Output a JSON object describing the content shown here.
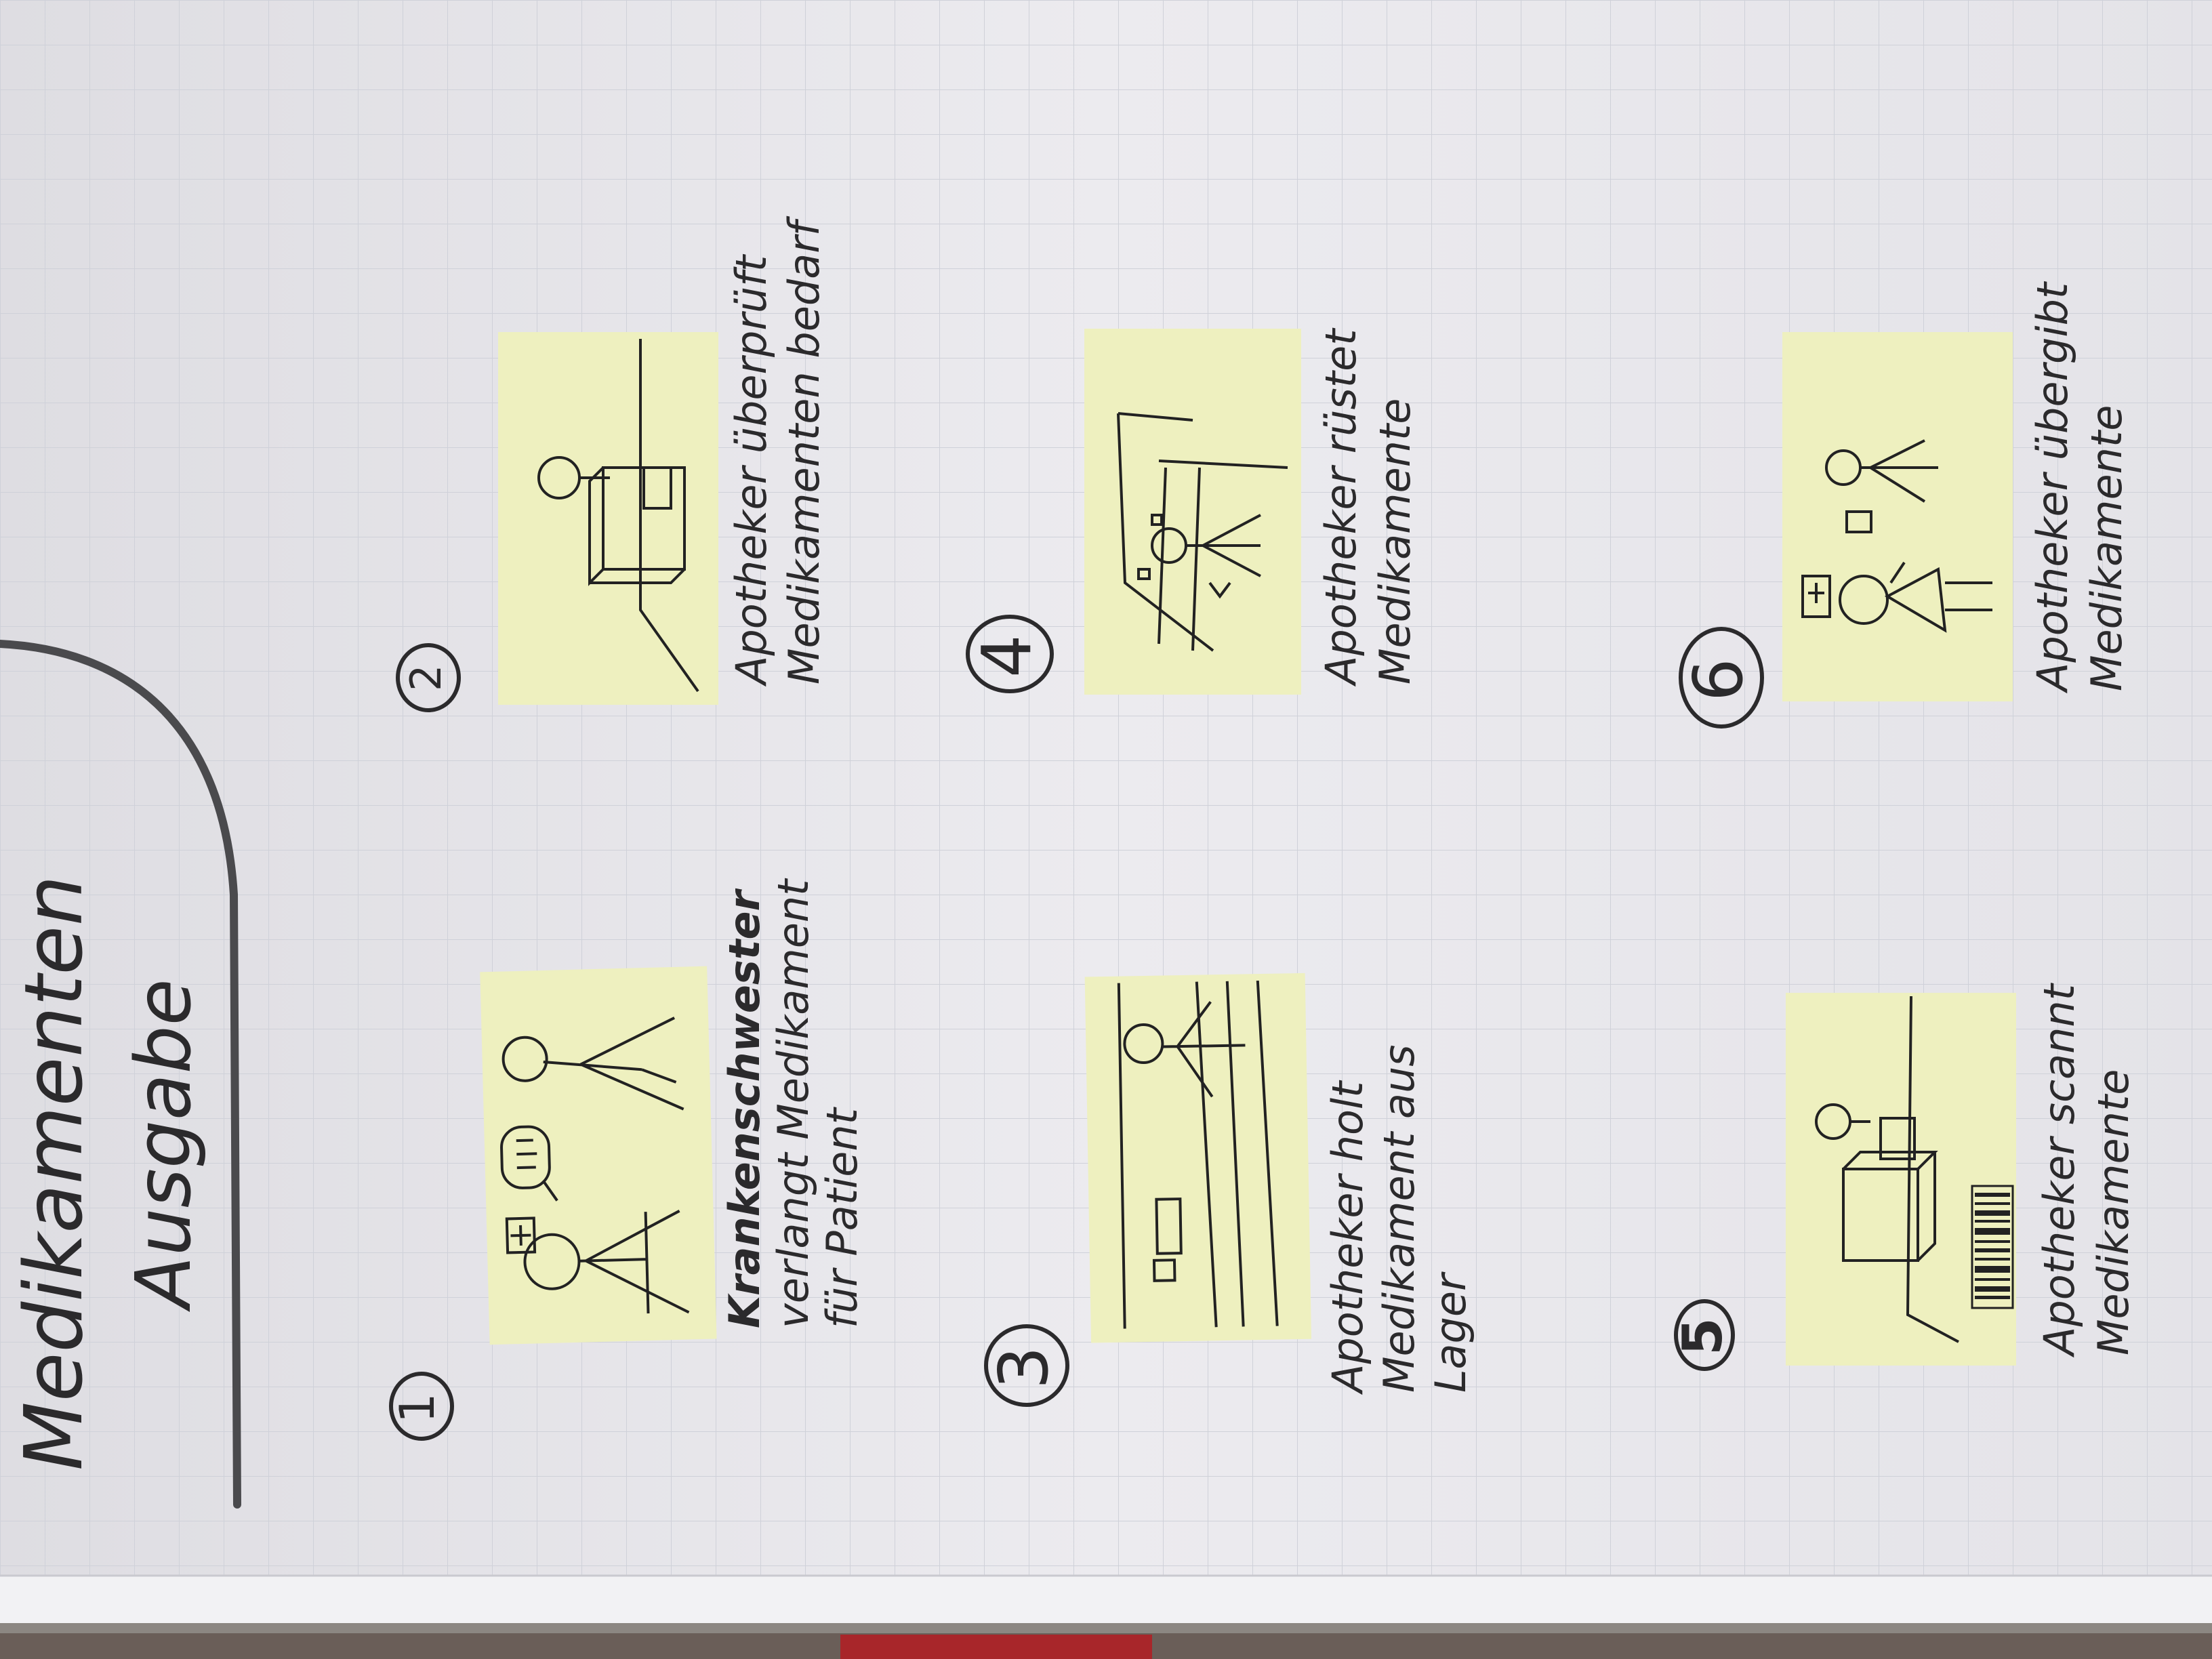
{
  "title": {
    "line1": "Medikamenten",
    "line2": "Ausgabe"
  },
  "steps": [
    {
      "number": "1",
      "lines": [
        "Krankenschwester",
        "verlangt Medikament",
        "für Patient"
      ]
    },
    {
      "number": "2",
      "lines": [
        "Apotheker überprüft",
        "Medikamenten bedarf"
      ]
    },
    {
      "number": "3",
      "lines": [
        "Apotheker holt",
        "Medikament aus",
        "Lager"
      ]
    },
    {
      "number": "4",
      "lines": [
        "Apotheker rüstet",
        "Medikamente"
      ]
    },
    {
      "number": "5",
      "lines": [
        "Apotheker scannt",
        "Medikamente"
      ]
    },
    {
      "number": "6",
      "lines": [
        "Apotheker übergibt",
        "Medikamente"
      ]
    }
  ],
  "colors": {
    "paper": "#e9e8ec",
    "grid": "#cfd0d8",
    "sticky_note": "#eef0bf",
    "marker": "#2b2a2c"
  }
}
